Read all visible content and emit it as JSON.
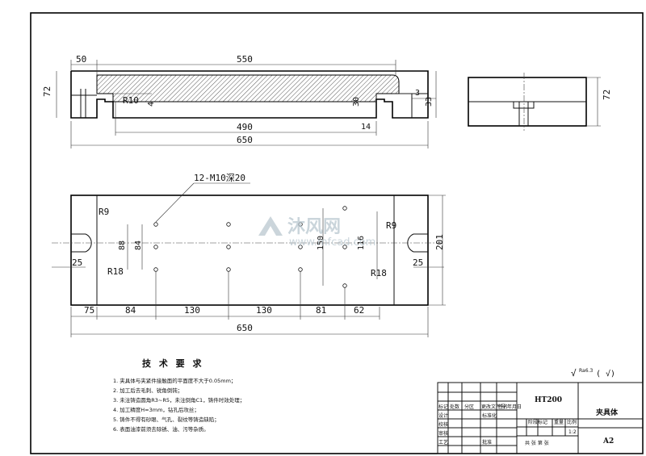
{
  "front_view": {
    "dims": {
      "d50": "50",
      "d550": "550",
      "d72": "72",
      "r10": "R10",
      "d4": "4",
      "d3": "3",
      "d33": "33",
      "d30": "30",
      "d14": "14",
      "d490": "490",
      "d650": "650"
    }
  },
  "side_view": {
    "d72": "72"
  },
  "top_view": {
    "hole_callout": "12-M10深20",
    "dims": {
      "r9a": "R9",
      "r9b": "R9",
      "r18a": "R18",
      "r18b": "R18",
      "d25a": "25",
      "d25b": "25",
      "d88": "88",
      "d84": "84",
      "d150": "150",
      "d116": "116",
      "d201": "201",
      "x75": "75",
      "x84": "84",
      "x130a": "130",
      "x130b": "130",
      "x81": "81",
      "x62": "62",
      "x650": "650"
    }
  },
  "watermark": {
    "brand": "沐风网",
    "url": "www.mfcad.com"
  },
  "requirements": {
    "title": "技 术 要 求",
    "items": [
      "1. 夹具体与夹紧件接触面的平面度不大于0.05mm；",
      "2. 加工后去毛刺、锐角倒钝；",
      "3. 未注铸造圆角R3~R5，未注倒角C1，铸件时效处理；",
      "4. 加工精度H=3mm，钻孔后攻丝；",
      "5. 铸件不得有砂眼、气孔、裂纹等铸造缺陷；",
      "6. 表面油漆前须去除锈、油、污等杂质。"
    ]
  },
  "roughness": {
    "symbol": "√",
    "value": "Ra6.3",
    "paren": "( √)"
  },
  "title_block": {
    "material": "HT200",
    "part_name": "夹具体",
    "sheet": "A2",
    "row_labels": [
      "标记",
      "处数",
      "分区",
      "更改文件号",
      "签名",
      "年月日"
    ],
    "left_labels": [
      "设计",
      "校核",
      "审核",
      "工艺"
    ],
    "std_label": "标准化",
    "approve_label": "批准",
    "stage_labels": [
      "阶段标记",
      "重量",
      "比例"
    ],
    "scale": "1:2",
    "sheets_label": "共 张 第 张"
  }
}
